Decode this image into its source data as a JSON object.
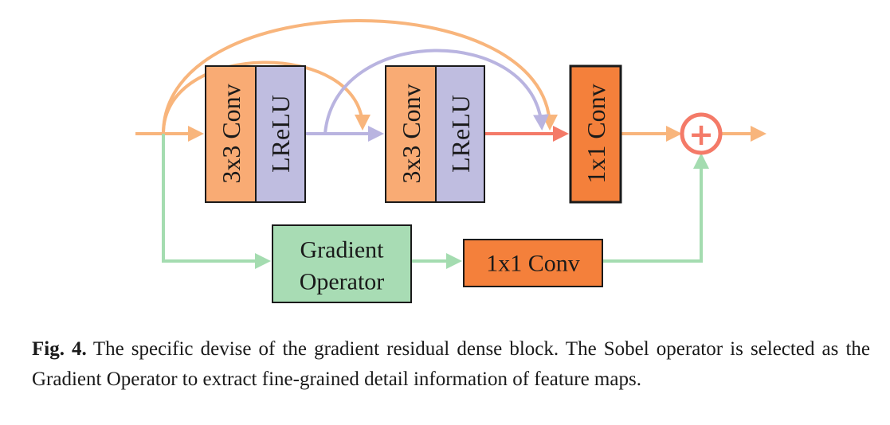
{
  "diagram": {
    "block1": {
      "conv_label": "3x3 Conv",
      "act_label": "LReLU"
    },
    "block2": {
      "conv_label": "3x3 Conv",
      "act_label": "LReLU"
    },
    "block3": {
      "conv_label": "1x1 Conv"
    },
    "gradient_operator": {
      "line1": "Gradient",
      "line2": "Operator"
    },
    "gradient_conv": {
      "label": "1x1 Conv"
    },
    "sum_symbol": "+",
    "colors": {
      "orange_box": "#f9ab74",
      "dark_orange_box": "#f4803b",
      "purple_box": "#bfbde0",
      "green_box": "#a8dcb4",
      "orange_arrow": "#f8b57c",
      "purple_arrow": "#b9b4e0",
      "green_arrow": "#a4dcb0",
      "red_arrow": "#f47a68",
      "sum_circle": "#f47a68"
    }
  },
  "caption": {
    "label": "Fig. 4.",
    "text": "The specific devise of the gradient residual dense block. The Sobel operator is selected as the Gradient Operator to extract fine-grained detail information of feature maps."
  }
}
